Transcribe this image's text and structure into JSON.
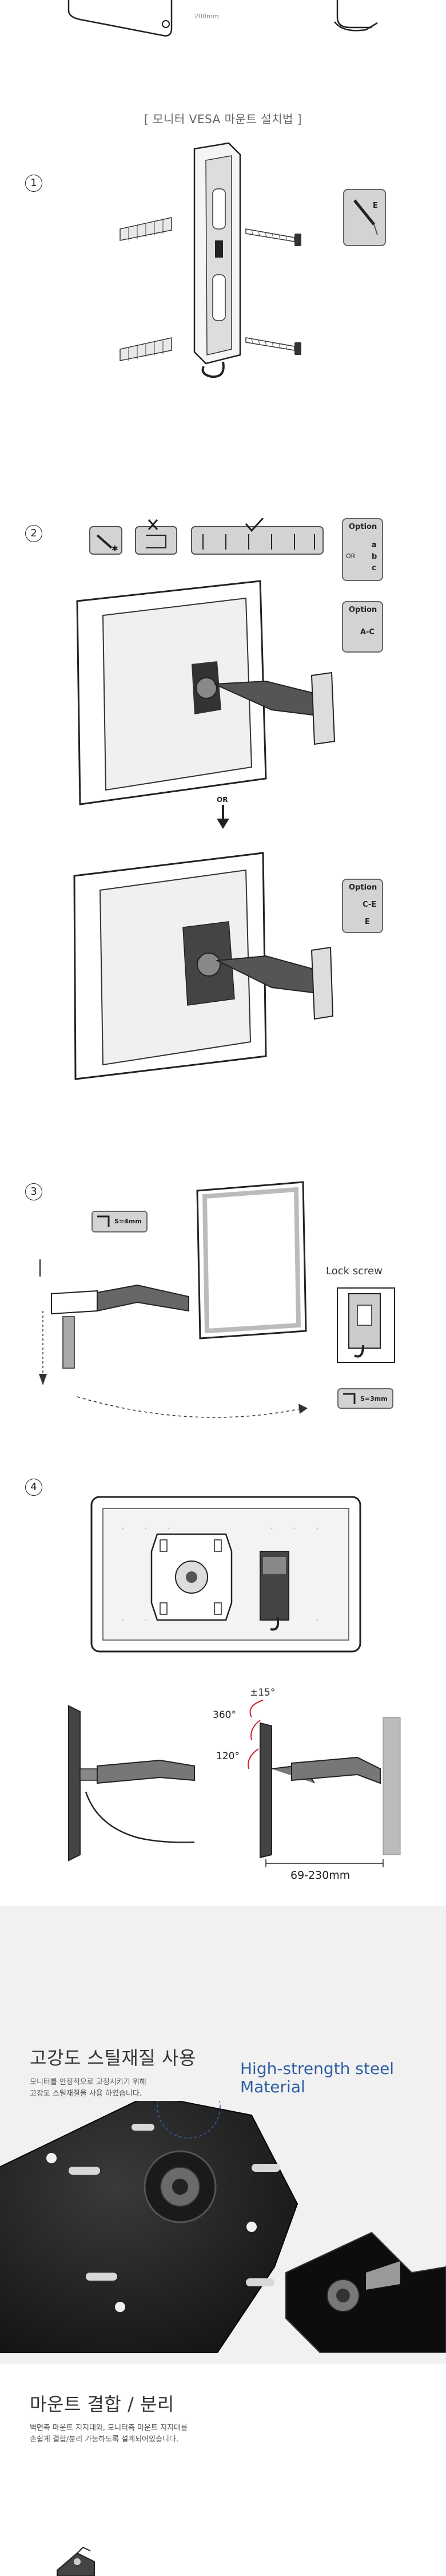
{
  "header": {
    "size_label": "200mm",
    "install_title": "[ 모니터 VESA 마운트 설치법 ]"
  },
  "steps": {
    "s1": "1",
    "s2": "2",
    "s3": "3",
    "s4": "4"
  },
  "step1": {
    "tag_e": "E"
  },
  "step2": {
    "option1_title": "Option",
    "option1_or": "OR",
    "option1_a": "a",
    "option1_b": "b",
    "option1_c": "c",
    "option2_title": "Option",
    "option2_ac": "A-C",
    "or_label": "OR",
    "option3_title": "Option",
    "option3_ce": "C-E",
    "option3_e": "E"
  },
  "step3": {
    "allen_top": "S=4mm",
    "lock_screw": "Lock screw",
    "allen_bottom": "S=3mm"
  },
  "step4": {
    "angle_tilt": "±15°",
    "angle_rotate": "360°",
    "angle_swivel": "120°",
    "distance": "69-230mm"
  },
  "steel_section": {
    "title": "고강도 스틸재질 사용",
    "desc_line1": "모니터를 안정적으로 고정시키기 위해",
    "desc_line2": "고강도 스틸재질을 사용 하였습니다.",
    "callout_line1": "High-strength steel",
    "callout_line2": "Material"
  },
  "detach_section": {
    "title": "마운트 결합 / 분리",
    "desc_line1": "벽면측 마운트 지지대와, 모니터측 마운트 지지대를",
    "desc_line2": "손쉽게 결합/분리 가능하도록 설계되어있습니다."
  },
  "colors": {
    "accent_blue": "#2f5fa3",
    "gray_band": "#f1f1f1",
    "tag_fill": "#d3d3d3"
  }
}
